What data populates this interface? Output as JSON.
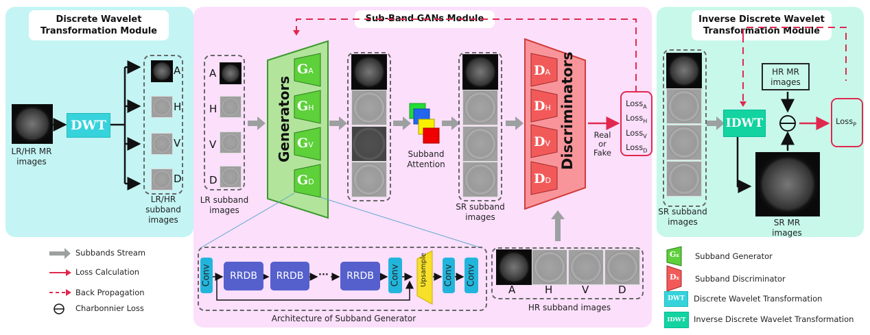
{
  "modules": {
    "dwt": {
      "title": "Discrete Wavelet Transformation Module"
    },
    "gan": {
      "title": "Sub-Band GANs Module"
    },
    "idwt": {
      "title": "Inverse Discrete Wavelet Transformation Module"
    }
  },
  "dwt_module": {
    "input_label": "LR/HR MR images",
    "transform_label": "DWT",
    "subband_letters": [
      "A",
      "H",
      "V",
      "D"
    ],
    "output_label": "LR/HR subband images"
  },
  "gan_module": {
    "lr_subbands": {
      "letters": [
        "A",
        "H",
        "V",
        "D"
      ],
      "label": "LR subband images"
    },
    "generators": {
      "title": "Generators",
      "blocks": [
        {
          "main": "G",
          "sub": "A"
        },
        {
          "main": "G",
          "sub": "H"
        },
        {
          "main": "G",
          "sub": "V"
        },
        {
          "main": "G",
          "sub": "D"
        }
      ]
    },
    "attention_label": "Subband Attention",
    "sr_subbands_label": "SR subband images",
    "discriminators": {
      "title": "Discriminators",
      "blocks": [
        {
          "main": "D",
          "sub": "A"
        },
        {
          "main": "D",
          "sub": "H"
        },
        {
          "main": "D",
          "sub": "V"
        },
        {
          "main": "D",
          "sub": "D"
        }
      ]
    },
    "real_fake_label": "Real or Fake",
    "losses": [
      {
        "main": "Loss",
        "sub": "A"
      },
      {
        "main": "Loss",
        "sub": "H"
      },
      {
        "main": "Loss",
        "sub": "V"
      },
      {
        "main": "Loss",
        "sub": "D"
      }
    ],
    "hr_subbands": {
      "letters": [
        "A",
        "H",
        "V",
        "D"
      ],
      "label": "HR subband images"
    },
    "generator_architecture": {
      "label": "Architecture of Subband Generator",
      "conv": "Conv",
      "rrdb": "RRDB",
      "ellipsis": "···",
      "upsample": "Upsample"
    }
  },
  "idwt_module": {
    "sr_subbands_label": "SR subband images",
    "transform_label": "IDWT",
    "hr_label": "HR MR images",
    "sr_output_label": "SR MR images",
    "loss": {
      "main": "Loss",
      "sub": "P"
    }
  },
  "legend": {
    "left": [
      {
        "icon": "gray-arrow",
        "label": "Subbands Stream"
      },
      {
        "icon": "red-arrow",
        "label": "Loss Calculation"
      },
      {
        "icon": "red-dashed-arrow",
        "label": "Back Propagation"
      },
      {
        "icon": "charbonnier-symbol",
        "label": "Charbonnier Loss"
      }
    ],
    "right": [
      {
        "icon": "generator-block",
        "glyph": "G",
        "sub": "x",
        "label": "Subband Generator"
      },
      {
        "icon": "discriminator-block",
        "glyph": "D",
        "sub": "x",
        "label": "Subband Discriminator"
      },
      {
        "icon": "dwt-block",
        "glyph": "DWT",
        "label": "Discrete Wavelet Transformation"
      },
      {
        "icon": "idwt-block",
        "glyph": "IDWT",
        "label": "Inverse Discrete Wavelet Transformation"
      }
    ]
  },
  "colors": {
    "dwt_panel": "#c4f4f4",
    "gan_panel": "#fbdffb",
    "idwt_panel": "#c8f8ea",
    "generator": "#5dd03a",
    "generator_body": "#b2e49c",
    "discriminator": "#f25a5a",
    "discriminator_body": "#f7959a",
    "loss_red": "#e0284f",
    "stream_gray": "#9da0a0",
    "dwt": "#37d3dc",
    "idwt": "#13d3a0",
    "conv": "#22b5dc",
    "rrdb": "#5560cc",
    "upsample": "#f7e02a"
  }
}
